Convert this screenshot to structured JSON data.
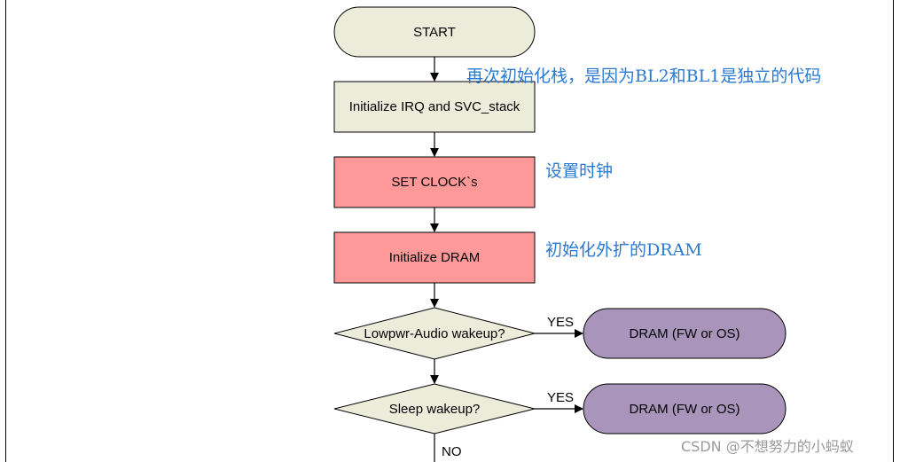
{
  "nodes": {
    "start": "START",
    "init_irq": "Initialize IRQ and SVC_stack",
    "set_clock": "SET CLOCK`s",
    "init_dram": "Initialize DRAM",
    "lowpwr_audio": "Lowpwr-Audio wakeup?",
    "sleep_wakeup": "Sleep wakeup?",
    "dram_fw_os_1": "DRAM (FW or OS)",
    "dram_fw_os_2": "DRAM (FW or OS)"
  },
  "edges": {
    "yes_1": "YES",
    "yes_2": "YES",
    "no": "NO"
  },
  "annotations": {
    "reinit_stack": "再次初始化栈，是因为BL2和BL1是独立的代码",
    "set_clock": "设置时钟",
    "init_dram": "初始化外扩的DRAM"
  },
  "watermark": "CSDN @不想努力的小蚂蚁",
  "colors": {
    "start_fill": "#ececdb",
    "init_fill": "#ececdb",
    "clock_fill": "#ff9999",
    "decision_fill": "#ececdb",
    "terminal_fill": "#a995bb",
    "note_text": "#2a7ad1"
  }
}
